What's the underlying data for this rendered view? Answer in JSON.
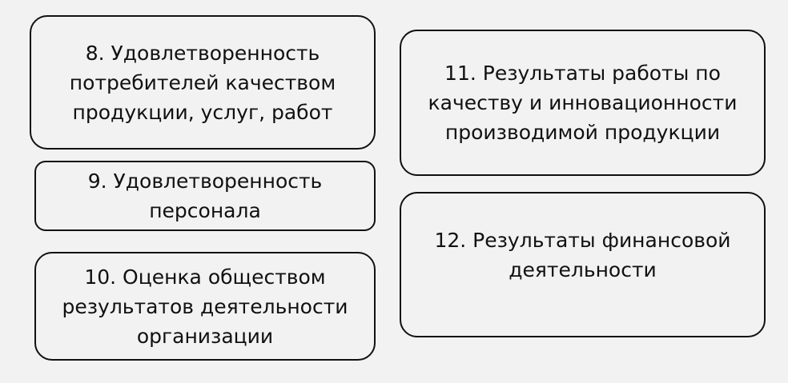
{
  "boxes": [
    "8. Удовлетворенность\nпотребителей качеством\nпродукции, услуг, работ",
    "9. Удовлетворенность\nперсонала",
    "10. Оценка обществом\nрезультатов деятельности\nорганизации",
    "11. Результаты работы по\nкачеству и инновационности\nпроизводимой продукции",
    "12. Результаты финансовой\nдеятельности"
  ]
}
